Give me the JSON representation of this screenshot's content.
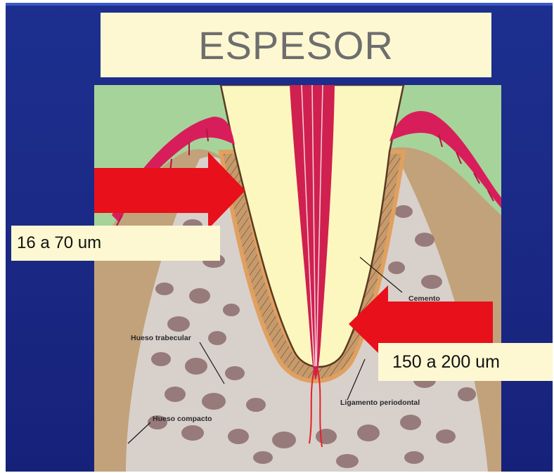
{
  "slide": {
    "title": "ESPESOR"
  },
  "callouts": {
    "left": "16 a 70 um",
    "right": "150 a 200 um"
  },
  "labels": {
    "cemento": "Cemento",
    "hueso_trabecular": "Hueso trabecular",
    "ligamento_periodontal": "Ligamento periodontal",
    "hueso_compacto": "Hueso compacto"
  },
  "colors": {
    "background": "#1b2a86",
    "title_box": "#fdf8d2",
    "gum": "#a6d39a",
    "bone": "#c2a27a",
    "trabecular": "#d8d0cb",
    "tooth": "#fcf7bf",
    "pulp": "#d0204f",
    "arrow": "#e8101a"
  }
}
